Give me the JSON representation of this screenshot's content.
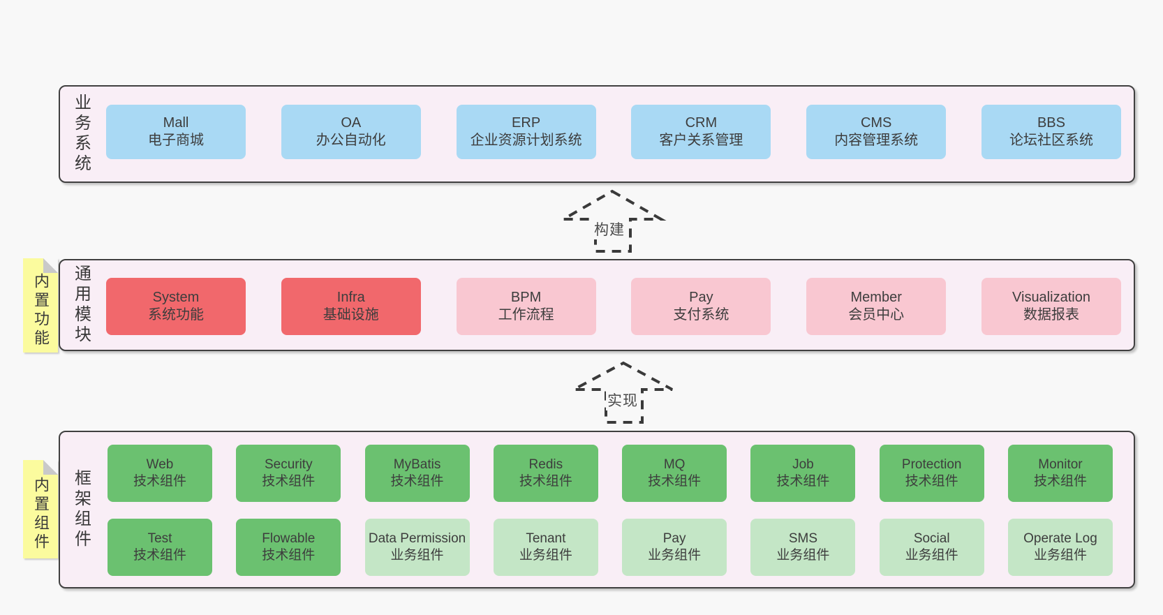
{
  "palette": {
    "page_bg": "#f8f8f8",
    "band_bg": "#f9eef6",
    "band_border": "#404040",
    "blue_box": "#a9d9f4",
    "red_box": "#f1686c",
    "pink_box": "#f9c7d1",
    "green_box": "#6bc170",
    "light_green_box": "#c4e6c6",
    "note_yellow": "#fbfb9e"
  },
  "arrows": {
    "build": {
      "label": "构建"
    },
    "implement": {
      "label": "实现"
    }
  },
  "bands": {
    "business": {
      "label": "业务系统",
      "rows": [
        [
          {
            "name": "Mall",
            "desc": "电子商城",
            "type": "blue"
          },
          {
            "name": "OA",
            "desc": "办公自动化",
            "type": "blue"
          },
          {
            "name": "ERP",
            "desc": "企业资源计划系统",
            "type": "blue"
          },
          {
            "name": "CRM",
            "desc": "客户关系管理",
            "type": "blue"
          },
          {
            "name": "CMS",
            "desc": "内容管理系统",
            "type": "blue"
          },
          {
            "name": "BBS",
            "desc": "论坛社区系统",
            "type": "blue"
          }
        ]
      ]
    },
    "common": {
      "label": "通用模块",
      "note": "内置功能",
      "rows": [
        [
          {
            "name": "System",
            "desc": "系统功能",
            "type": "red"
          },
          {
            "name": "Infra",
            "desc": "基础设施",
            "type": "red"
          },
          {
            "name": "BPM",
            "desc": "工作流程",
            "type": "pink"
          },
          {
            "name": "Pay",
            "desc": "支付系统",
            "type": "pink"
          },
          {
            "name": "Member",
            "desc": "会员中心",
            "type": "pink"
          },
          {
            "name": "Visualization",
            "desc": "数据报表",
            "type": "pink"
          }
        ]
      ]
    },
    "framework": {
      "label": "框架组件",
      "note": "内置组件",
      "rows": [
        [
          {
            "name": "Web",
            "desc": "技术组件",
            "type": "green"
          },
          {
            "name": "Security",
            "desc": "技术组件",
            "type": "green"
          },
          {
            "name": "MyBatis",
            "desc": "技术组件",
            "type": "green"
          },
          {
            "name": "Redis",
            "desc": "技术组件",
            "type": "green"
          },
          {
            "name": "MQ",
            "desc": "技术组件",
            "type": "green"
          },
          {
            "name": "Job",
            "desc": "技术组件",
            "type": "green"
          },
          {
            "name": "Protection",
            "desc": "技术组件",
            "type": "green"
          },
          {
            "name": "Monitor",
            "desc": "技术组件",
            "type": "green"
          }
        ],
        [
          {
            "name": "Test",
            "desc": "技术组件",
            "type": "green"
          },
          {
            "name": "Flowable",
            "desc": "技术组件",
            "type": "green"
          },
          {
            "name": "Data Permission",
            "desc": "业务组件",
            "type": "lightgreen"
          },
          {
            "name": "Tenant",
            "desc": "业务组件",
            "type": "lightgreen"
          },
          {
            "name": "Pay",
            "desc": "业务组件",
            "type": "lightgreen"
          },
          {
            "name": "SMS",
            "desc": "业务组件",
            "type": "lightgreen"
          },
          {
            "name": "Social",
            "desc": "业务组件",
            "type": "lightgreen"
          },
          {
            "name": "Operate Log",
            "desc": "业务组件",
            "type": "lightgreen"
          }
        ]
      ]
    }
  }
}
